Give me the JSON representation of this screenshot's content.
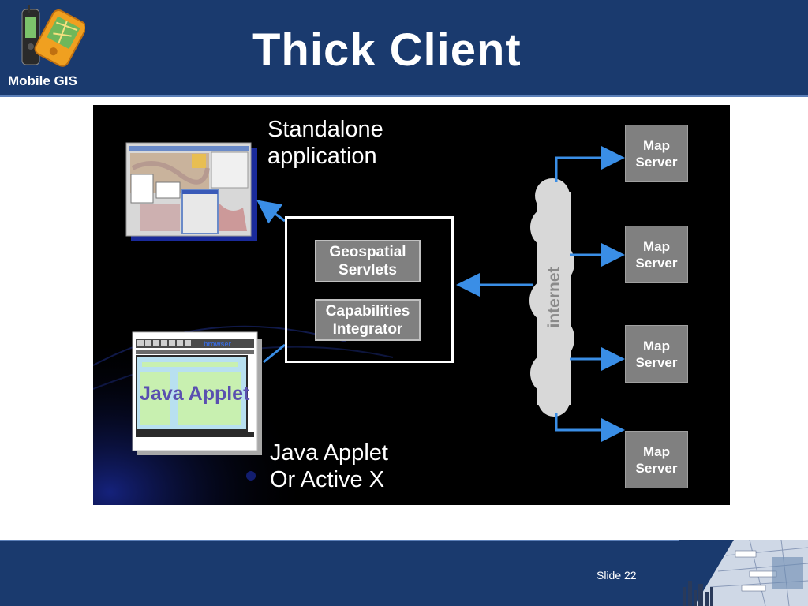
{
  "header": {
    "title": "Thick Client",
    "logo_label": "Mobile GIS"
  },
  "diagram": {
    "standalone_label": [
      "Standalone",
      "application"
    ],
    "applet_label": [
      "Java Applet",
      "Or Active X"
    ],
    "servlets_box": [
      "Geospatial",
      "Servlets"
    ],
    "integrator_box": [
      "Capabilities",
      "Integrator"
    ],
    "cloud_label": "internet",
    "applet_screen_text": "Java Applet",
    "map_servers": [
      [
        "Map",
        "Server"
      ],
      [
        "Map",
        "Server"
      ],
      [
        "Map",
        "Server"
      ],
      [
        "Map",
        "Server"
      ]
    ],
    "colors": {
      "arrow": "#3a8ee6",
      "box": "#808080",
      "background": "#000000"
    }
  },
  "footer": {
    "slide_label": "Slide 22"
  }
}
